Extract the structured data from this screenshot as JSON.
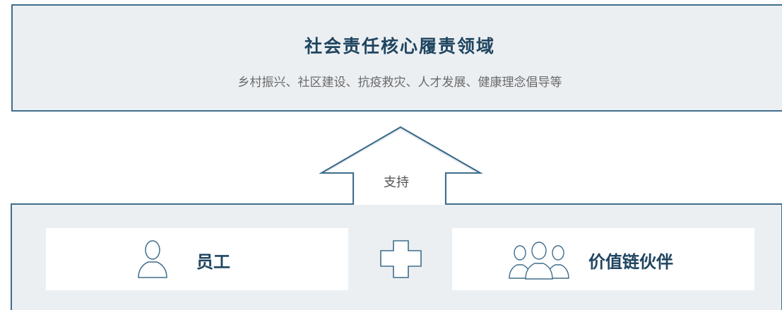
{
  "top": {
    "title": "社会责任核心履责领域",
    "subtitle": "乡村振兴、社区建设、抗疫救灾、人才发展、健康理念倡导等"
  },
  "arrow_label": "支持",
  "cards": [
    {
      "label": "员工",
      "icon": "person-icon"
    },
    {
      "label": "价值链伙伴",
      "icon": "people-group-icon"
    }
  ],
  "colors": {
    "stroke": "#3f6e8c",
    "panel_bg": "#eceff2",
    "title_text": "#1f4560"
  }
}
